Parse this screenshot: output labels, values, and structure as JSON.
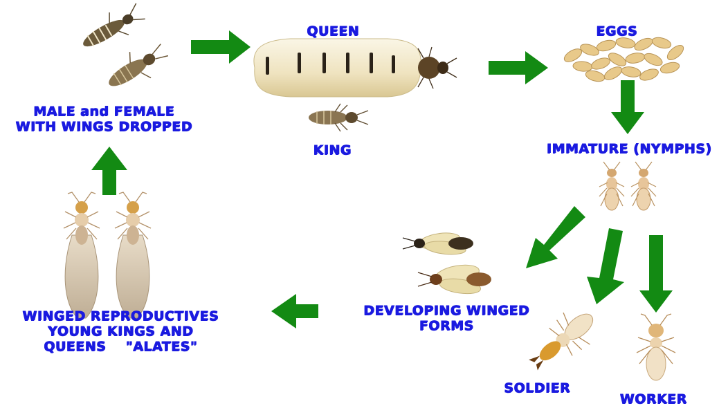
{
  "labels": {
    "queen": "QUEEN",
    "eggs": "EGGS",
    "king": "KING",
    "male_female": [
      "MALE and FEMALE",
      "WITH WINGS DROPPED"
    ],
    "immature": "IMMATURE (NYMPHS)",
    "developing": [
      "DEVELOPING WINGED",
      "FORMS"
    ],
    "winged": [
      "WINGED REPRODUCTIVES",
      "YOUNG KINGS AND",
      "QUEENS    \"ALATES\""
    ],
    "soldier": "SOLDIER",
    "worker": "WORKER"
  },
  "colors": {
    "arrow": "#138a13",
    "label": "#1a1ae0",
    "queen_body": "#f4ecd0",
    "egg": "#e8c98a",
    "insect": "#c9a27a"
  }
}
